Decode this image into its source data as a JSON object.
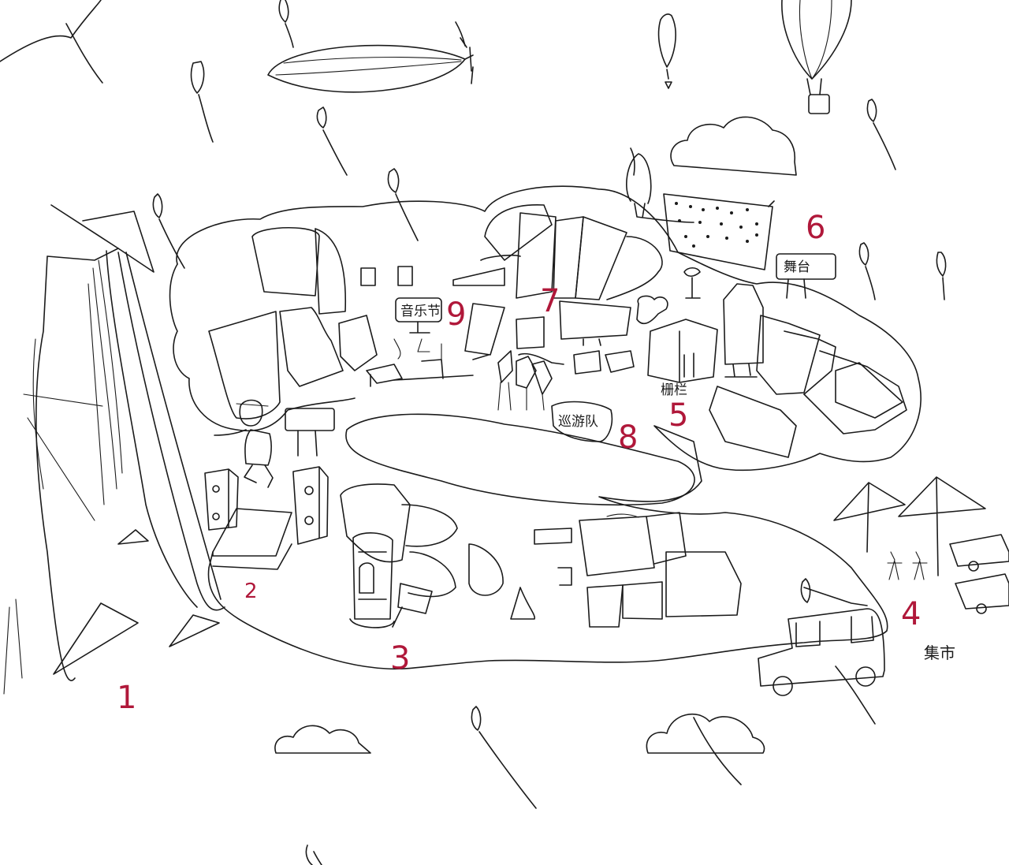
{
  "sketch": {
    "zones": [
      {
        "number": "1",
        "label": ""
      },
      {
        "number": "2",
        "label": ""
      },
      {
        "number": "3",
        "label": ""
      },
      {
        "number": "4",
        "label": "集市"
      },
      {
        "number": "5",
        "label": "栅栏"
      },
      {
        "number": "6",
        "label": "舞台"
      },
      {
        "number": "7",
        "label": ""
      },
      {
        "number": "8",
        "label": "巡游队"
      },
      {
        "number": "9",
        "label": "音乐节"
      }
    ],
    "accent_color": "#b0183a",
    "line_color": "#1b1b1b"
  }
}
